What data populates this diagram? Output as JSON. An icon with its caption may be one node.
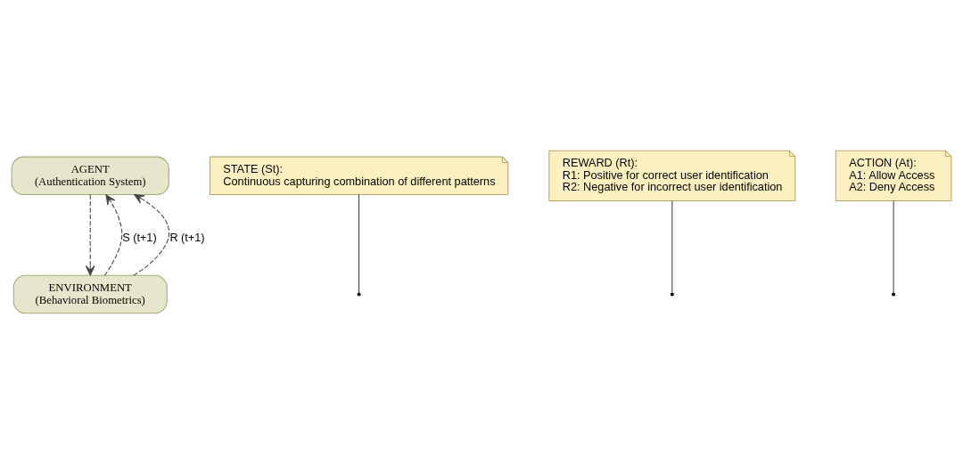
{
  "diagram": {
    "nodes": [
      {
        "text": [
          "AGENT",
          "(Authentication System)"
        ]
      },
      {
        "text": [
          "STATE (St):",
          "Continuous capturing combination of different patterns"
        ]
      },
      {
        "text": [
          "REWARD (Rt):",
          "R1: Positive for correct user identification",
          "R2: Negative for incorrect user identification"
        ]
      },
      {
        "text": [
          "ACTION (At):",
          "A1: Allow Access",
          "A2: Deny Access"
        ]
      },
      {
        "text": [
          "ENVIRONMENT",
          "(Behavioral Biometrics)"
        ]
      }
    ],
    "edges": [
      {
        "from": 4,
        "to": 0,
        "arrow": "to",
        "style": "dashed",
        "label": "S (t+1)"
      },
      {
        "from": 4,
        "to": 0,
        "arrow": "to",
        "style": "dashed",
        "label": "R (t+1)"
      },
      {
        "from": 0,
        "to": 4,
        "arrow": "to",
        "style": "dashed"
      },
      {
        "from": 1,
        "to": null,
        "arrow": "none"
      },
      {
        "from": 2,
        "to": null,
        "arrow": "none"
      },
      {
        "from": 3,
        "to": null,
        "arrow": "none"
      }
    ]
  }
}
